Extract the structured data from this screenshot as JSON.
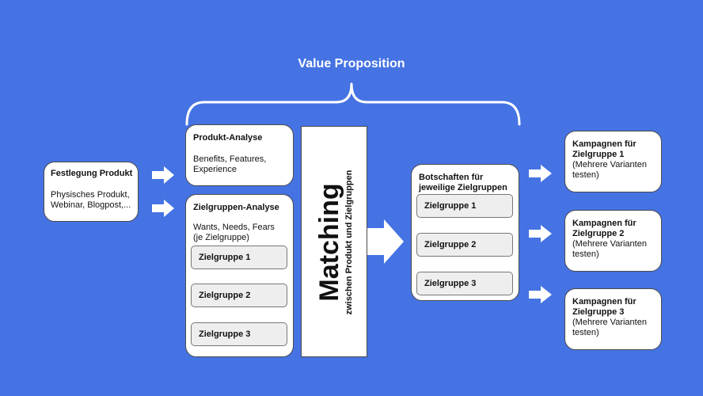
{
  "title": "Value Proposition",
  "festlegung": {
    "title": "Festlegung Produkt",
    "text": "Physisches Produkt, Webinar, Blogpost,..."
  },
  "produkt_analyse": {
    "title": "Produkt-Analyse",
    "text": "Benefits, Features, Experience"
  },
  "zielgruppen_analyse": {
    "title": "Zielgruppen-Analyse",
    "text": "Wants, Needs, Fears (je Zielgruppe)",
    "groups": [
      "Zielgruppe 1",
      "Zielgruppe 2",
      "Zielgruppe 3"
    ]
  },
  "matching": {
    "title": "Matching",
    "subtitle": "zwischen Produkt und Zielgruppen"
  },
  "botschaften": {
    "title": "Botschaften für jeweilige Zielgruppen",
    "groups": [
      "Zielgruppe 1",
      "Zielgruppe 2",
      "Zielgruppe 3"
    ]
  },
  "kampagnen": [
    {
      "title": "Kampagnen für Zielgruppe 1",
      "text": "(Mehrere Varianten testen)"
    },
    {
      "title": "Kampagnen für Zielgruppe 2",
      "text": "(Mehrere Varianten testen)"
    },
    {
      "title": "Kampagnen für Zielgruppe 3",
      "text": "(Mehrere Varianten testen)"
    }
  ],
  "colors": {
    "background": "#4573E3",
    "box": "#ffffff",
    "subbox": "#eeeeee"
  }
}
